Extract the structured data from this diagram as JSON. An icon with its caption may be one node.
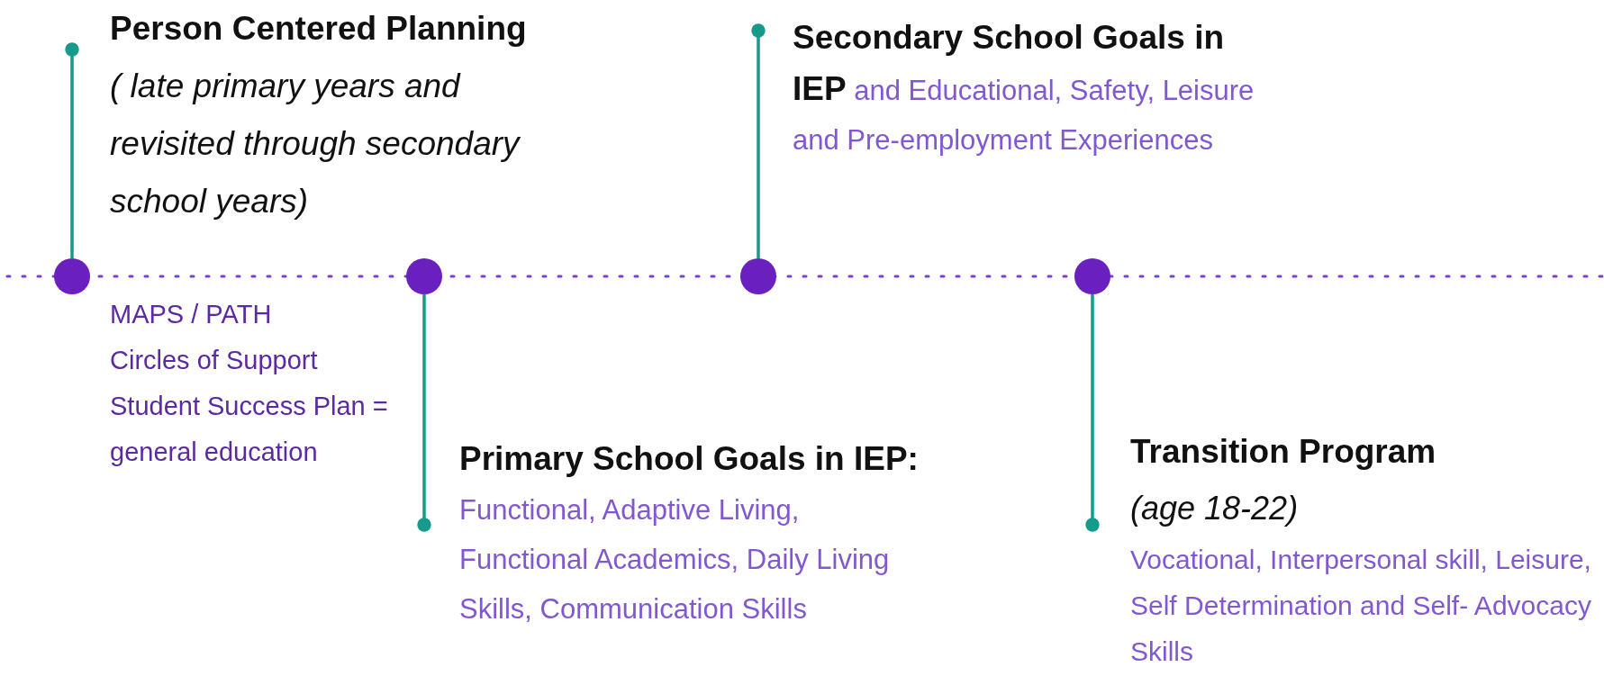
{
  "diagram": {
    "nodes": [
      {
        "text": [
          "**Person Centered Planning** *( late primary years and revisited through secondary school years)*"
        ]
      },
      {
        "text": [
          "**Primary School Goals in IEP:** Functional, Adaptive Living, Functional Academics, Daily Living Skills, Communication Skills"
        ]
      },
      {
        "text": [
          "**Secondary School Goals in IEP** and Educational, Safety, Leisure and Pre-employment Experiences"
        ]
      },
      {
        "text": [
          "Transition Program",
          "(age 18-22)",
          "Vocational, Interpersonal skill, Leisure, Self Determination and Self- Advocacy Skills"
        ]
      },
      {
        "text": [],
        "shape": "circle"
      },
      {
        "text": [],
        "shape": "circle"
      },
      {
        "text": [],
        "shape": "circle"
      },
      {
        "text": [],
        "shape": "circle"
      }
    ],
    "edges": [
      {
        "from": 0,
        "to": 4,
        "arrow": "other"
      },
      {
        "from": 1,
        "to": 5,
        "arrow": "other"
      },
      {
        "from": 2,
        "to": 6,
        "arrow": "other"
      },
      {
        "from": 3,
        "to": 7,
        "arrow": "other"
      }
    ],
    "labels": [
      "MAPS / PATH",
      "Circles of Support",
      "Student Success Plan = general education"
    ]
  }
}
